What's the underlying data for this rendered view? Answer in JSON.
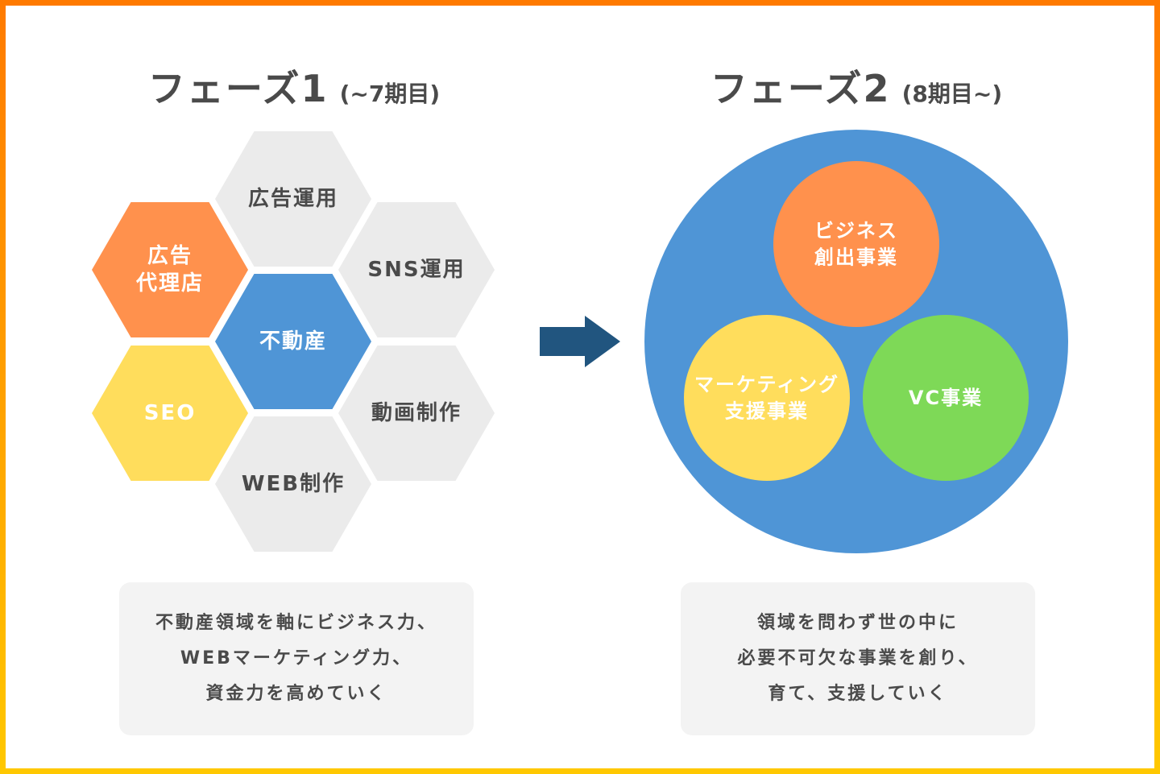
{
  "colors": {
    "border_top": "#FF7A00",
    "border_bottom": "#FFC800",
    "text_dark": "#4a4a4a",
    "hex_gray": "#ebebeb",
    "orange": "#FF914D",
    "blue": "#4F95D6",
    "yellow": "#FFDD5C",
    "green": "#7ED957",
    "arrow": "#21557F",
    "box_bg": "#f3f3f3"
  },
  "phase1": {
    "title": "フェーズ1",
    "subtitle": "(~7期目)",
    "hexagons": [
      {
        "label": [
          "広告運用"
        ],
        "color": "gray",
        "name": "hex-ad-operation"
      },
      {
        "label": [
          "広告",
          "代理店"
        ],
        "color": "orange",
        "name": "hex-ad-agency"
      },
      {
        "label": [
          "SNS運用"
        ],
        "color": "gray",
        "name": "hex-sns-operation"
      },
      {
        "label": [
          "不動産"
        ],
        "color": "blue",
        "name": "hex-real-estate"
      },
      {
        "label": [
          "SEO"
        ],
        "color": "yellow",
        "name": "hex-seo"
      },
      {
        "label": [
          "動画制作"
        ],
        "color": "gray",
        "name": "hex-video-production"
      },
      {
        "label": [
          "WEB制作"
        ],
        "color": "gray",
        "name": "hex-web-production"
      }
    ],
    "description": [
      "不動産領域を軸にビジネス力、",
      "WEBマーケティング力、",
      "資金力を高めていく"
    ]
  },
  "arrow": {
    "icon": "right-arrow-icon"
  },
  "phase2": {
    "title": "フェーズ2",
    "subtitle": "(8期目~)",
    "circles": [
      {
        "label": [
          "ビジネス",
          "創出事業"
        ],
        "color": "orange",
        "name": "circle-business-creation"
      },
      {
        "label": [
          "マーケティング",
          "支援事業"
        ],
        "color": "yellow",
        "name": "circle-marketing-support"
      },
      {
        "label": [
          "VC事業"
        ],
        "color": "green",
        "name": "circle-vc-business"
      }
    ],
    "description": [
      "領域を問わず世の中に",
      "必要不可欠な事業を創り、",
      "育て、支援していく"
    ]
  }
}
